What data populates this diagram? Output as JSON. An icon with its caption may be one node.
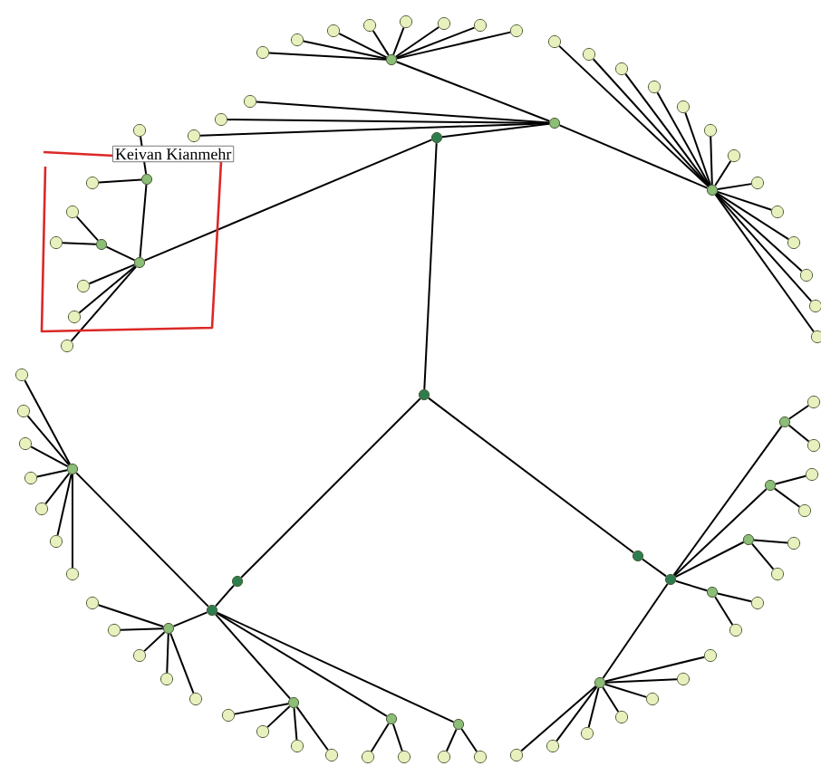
{
  "diagram": {
    "nodes": [
      {
        "text": [],
        "shape": "circle"
      },
      {
        "text": [],
        "shape": "circle"
      },
      {
        "text": [],
        "shape": "circle"
      },
      {
        "text": [],
        "shape": "circle"
      },
      {
        "text": [],
        "shape": "circle"
      },
      {
        "text": [],
        "shape": "circle"
      },
      {
        "text": [],
        "shape": "circle"
      },
      {
        "text": [],
        "shape": "circle"
      },
      {
        "text": [],
        "shape": "circle"
      },
      {
        "text": [],
        "shape": "circle"
      },
      {
        "text": [],
        "shape": "circle"
      },
      {
        "text": [],
        "shape": "circle"
      },
      {
        "text": [],
        "shape": "circle"
      },
      {
        "text": [],
        "shape": "circle"
      },
      {
        "text": [],
        "shape": "circle"
      },
      {
        "text": [],
        "shape": "circle"
      },
      {
        "text": [],
        "shape": "circle"
      },
      {
        "text": [],
        "shape": "circle"
      },
      {
        "text": [],
        "shape": "circle"
      },
      {
        "text": [],
        "shape": "circle"
      },
      {
        "text": [],
        "shape": "circle"
      },
      {
        "text": [],
        "shape": "circle"
      },
      {
        "text": [],
        "shape": "circle"
      },
      {
        "text": [],
        "shape": "circle"
      },
      {
        "text": [],
        "shape": "circle"
      },
      {
        "text": [],
        "shape": "circle"
      },
      {
        "text": [],
        "shape": "circle"
      },
      {
        "text": [],
        "shape": "circle"
      },
      {
        "text": [],
        "shape": "circle"
      },
      {
        "text": [],
        "shape": "circle"
      },
      {
        "text": [],
        "shape": "circle"
      },
      {
        "text": [],
        "shape": "circle"
      },
      {
        "text": [],
        "shape": "circle"
      },
      {
        "text": [],
        "shape": "circle"
      },
      {
        "text": [],
        "shape": "circle"
      },
      {
        "text": [],
        "shape": "circle"
      },
      {
        "text": [],
        "shape": "circle"
      },
      {
        "text": [],
        "shape": "circle"
      },
      {
        "text": [],
        "shape": "circle"
      },
      {
        "text": [],
        "shape": "circle"
      },
      {
        "text": [],
        "shape": "circle"
      },
      {
        "text": [],
        "shape": "circle"
      },
      {
        "text": [],
        "shape": "circle"
      },
      {
        "text": [],
        "shape": "circle"
      },
      {
        "text": [],
        "shape": "circle"
      },
      {
        "text": [],
        "shape": "circle"
      },
      {
        "text": [],
        "shape": "circle"
      },
      {
        "text": [],
        "shape": "circle"
      },
      {
        "text": [],
        "shape": "circle"
      },
      {
        "text": [],
        "shape": "circle"
      },
      {
        "text": [],
        "shape": "circle"
      },
      {
        "text": [],
        "shape": "circle"
      },
      {
        "text": [],
        "shape": "circle"
      },
      {
        "text": [],
        "shape": "circle"
      },
      {
        "text": [],
        "shape": "circle"
      },
      {
        "text": [],
        "shape": "circle"
      },
      {
        "text": [],
        "shape": "circle"
      },
      {
        "text": [],
        "shape": "circle"
      },
      {
        "text": [],
        "shape": "circle"
      },
      {
        "text": [],
        "shape": "circle"
      },
      {
        "text": [],
        "shape": "circle"
      },
      {
        "text": [],
        "shape": "circle"
      },
      {
        "text": [],
        "shape": "circle"
      },
      {
        "text": [],
        "shape": "circle"
      },
      {
        "text": [],
        "shape": "circle"
      },
      {
        "text": [],
        "shape": "circle"
      },
      {
        "text": [],
        "shape": "circle"
      },
      {
        "text": [],
        "shape": "circle"
      },
      {
        "text": [],
        "shape": "circle"
      },
      {
        "text": [],
        "shape": "circle"
      },
      {
        "text": [],
        "shape": "circle"
      },
      {
        "text": [],
        "shape": "circle"
      },
      {
        "text": [],
        "shape": "circle"
      },
      {
        "text": [],
        "shape": "circle"
      },
      {
        "text": [],
        "shape": "circle"
      },
      {
        "text": [],
        "shape": "circle"
      },
      {
        "text": [],
        "shape": "circle"
      },
      {
        "text": [],
        "shape": "circle"
      },
      {
        "text": [],
        "shape": "circle"
      },
      {
        "text": [],
        "shape": "circle"
      },
      {
        "text": [],
        "shape": "circle"
      },
      {
        "text": [],
        "shape": "circle"
      },
      {
        "text": [],
        "shape": "circle"
      },
      {
        "text": [],
        "shape": "circle"
      },
      {
        "text": [],
        "shape": "circle"
      },
      {
        "text": [],
        "shape": "circle"
      },
      {
        "text": [],
        "shape": "circle"
      },
      {
        "text": [],
        "shape": "circle"
      }
    ],
    "edges": [
      {
        "from": 0,
        "to": 1,
        "arrow": "none"
      },
      {
        "from": 0,
        "to": 2,
        "arrow": "none"
      },
      {
        "from": 0,
        "to": 3,
        "arrow": "none"
      },
      {
        "from": 2,
        "to": 4,
        "arrow": "none"
      },
      {
        "from": 3,
        "to": 5,
        "arrow": "none"
      },
      {
        "from": 1,
        "to": 6,
        "arrow": "none"
      },
      {
        "from": 1,
        "to": 9,
        "arrow": "none"
      },
      {
        "from": 6,
        "to": 7,
        "arrow": "none"
      },
      {
        "from": 6,
        "to": 8,
        "arrow": "none"
      },
      {
        "from": 9,
        "to": 11,
        "arrow": "none"
      },
      {
        "from": 9,
        "to": 12,
        "arrow": "none"
      },
      {
        "from": 4,
        "to": 10,
        "arrow": "none"
      },
      {
        "from": 4,
        "to": 13,
        "arrow": "none"
      },
      {
        "from": 4,
        "to": 14,
        "arrow": "none"
      },
      {
        "from": 4,
        "to": 15,
        "arrow": "none"
      },
      {
        "from": 4,
        "to": 16,
        "arrow": "none"
      },
      {
        "from": 5,
        "to": 17,
        "arrow": "none"
      },
      {
        "from": 5,
        "to": 18,
        "arrow": "none"
      },
      {
        "from": 5,
        "to": 19,
        "arrow": "none"
      },
      {
        "from": 5,
        "to": 20,
        "arrow": "none"
      },
      {
        "from": 5,
        "to": 21,
        "arrow": "none"
      },
      {
        "from": 6,
        "to": 22,
        "arrow": "none"
      },
      {
        "from": 6,
        "to": 23,
        "arrow": "none"
      },
      {
        "from": 6,
        "to": 24,
        "arrow": "none"
      },
      {
        "from": 7,
        "to": 25,
        "arrow": "none"
      },
      {
        "from": 7,
        "to": 26,
        "arrow": "none"
      },
      {
        "from": 7,
        "to": 27,
        "arrow": "none"
      },
      {
        "from": 7,
        "to": 28,
        "arrow": "none"
      },
      {
        "from": 7,
        "to": 29,
        "arrow": "none"
      },
      {
        "from": 7,
        "to": 30,
        "arrow": "none"
      },
      {
        "from": 7,
        "to": 31,
        "arrow": "none"
      },
      {
        "from": 7,
        "to": 32,
        "arrow": "none"
      },
      {
        "from": 8,
        "to": 33,
        "arrow": "none"
      },
      {
        "from": 8,
        "to": 34,
        "arrow": "none"
      },
      {
        "from": 8,
        "to": 35,
        "arrow": "none"
      },
      {
        "from": 8,
        "to": 36,
        "arrow": "none"
      },
      {
        "from": 8,
        "to": 37,
        "arrow": "none"
      },
      {
        "from": 8,
        "to": 38,
        "arrow": "none"
      },
      {
        "from": 8,
        "to": 39,
        "arrow": "none"
      },
      {
        "from": 8,
        "to": 40,
        "arrow": "none"
      },
      {
        "from": 8,
        "to": 41,
        "arrow": "none"
      },
      {
        "from": 8,
        "to": 42,
        "arrow": "none"
      },
      {
        "from": 8,
        "to": 43,
        "arrow": "none"
      },
      {
        "from": 8,
        "to": 44,
        "arrow": "none"
      },
      {
        "from": 8,
        "to": 45,
        "arrow": "none"
      },
      {
        "from": 9,
        "to": 46,
        "arrow": "none"
      },
      {
        "from": 9,
        "to": 47,
        "arrow": "none"
      },
      {
        "from": 9,
        "to": 48,
        "arrow": "none"
      },
      {
        "from": 11,
        "to": 49,
        "arrow": "none"
      },
      {
        "from": 11,
        "to": 50,
        "arrow": "none"
      },
      {
        "from": 12,
        "to": 51,
        "arrow": "none"
      },
      {
        "from": 12,
        "to": 52,
        "arrow": "none"
      },
      {
        "from": 10,
        "to": 53,
        "arrow": "none"
      },
      {
        "from": 10,
        "to": 54,
        "arrow": "none"
      },
      {
        "from": 10,
        "to": 55,
        "arrow": "none"
      },
      {
        "from": 10,
        "to": 56,
        "arrow": "none"
      },
      {
        "from": 10,
        "to": 57,
        "arrow": "none"
      },
      {
        "from": 10,
        "to": 58,
        "arrow": "none"
      },
      {
        "from": 10,
        "to": 59,
        "arrow": "none"
      },
      {
        "from": 13,
        "to": 60,
        "arrow": "none"
      },
      {
        "from": 13,
        "to": 61,
        "arrow": "none"
      },
      {
        "from": 13,
        "to": 62,
        "arrow": "none"
      },
      {
        "from": 13,
        "to": 63,
        "arrow": "none"
      },
      {
        "from": 13,
        "to": 64,
        "arrow": "none"
      },
      {
        "from": 14,
        "to": 65,
        "arrow": "none"
      },
      {
        "from": 14,
        "to": 66,
        "arrow": "none"
      },
      {
        "from": 14,
        "to": 67,
        "arrow": "none"
      },
      {
        "from": 14,
        "to": 68,
        "arrow": "none"
      },
      {
        "from": 15,
        "to": 69,
        "arrow": "none"
      },
      {
        "from": 15,
        "to": 70,
        "arrow": "none"
      },
      {
        "from": 16,
        "to": 71,
        "arrow": "none"
      },
      {
        "from": 16,
        "to": 72,
        "arrow": "none"
      },
      {
        "from": 17,
        "to": 73,
        "arrow": "none"
      },
      {
        "from": 17,
        "to": 74,
        "arrow": "none"
      },
      {
        "from": 18,
        "to": 75,
        "arrow": "none"
      },
      {
        "from": 18,
        "to": 76,
        "arrow": "none"
      },
      {
        "from": 19,
        "to": 77,
        "arrow": "none"
      },
      {
        "from": 19,
        "to": 78,
        "arrow": "none"
      },
      {
        "from": 20,
        "to": 79,
        "arrow": "none"
      },
      {
        "from": 20,
        "to": 80,
        "arrow": "none"
      },
      {
        "from": 21,
        "to": 81,
        "arrow": "none"
      },
      {
        "from": 21,
        "to": 82,
        "arrow": "none"
      },
      {
        "from": 21,
        "to": 83,
        "arrow": "none"
      },
      {
        "from": 21,
        "to": 84,
        "arrow": "none"
      },
      {
        "from": 21,
        "to": 85,
        "arrow": "none"
      },
      {
        "from": 21,
        "to": 86,
        "arrow": "none"
      },
      {
        "from": 21,
        "to": 87,
        "arrow": "none"
      }
    ],
    "labels": [
      "Keivan Kianmehr"
    ]
  }
}
